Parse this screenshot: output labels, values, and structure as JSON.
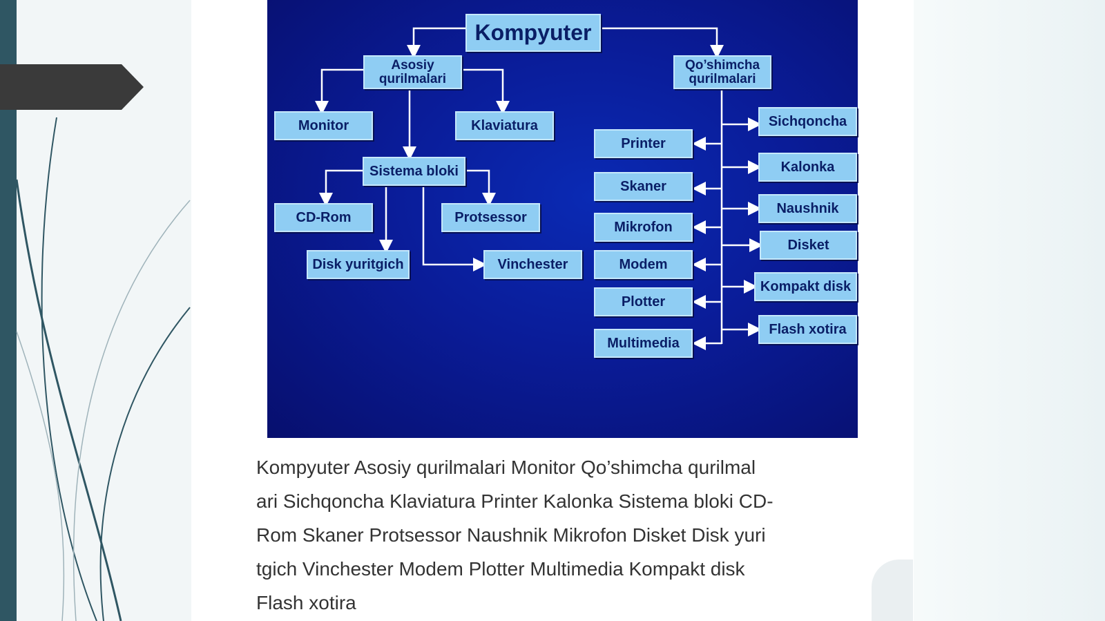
{
  "diagram": {
    "root": "Kompyuter",
    "main_group": "Asosiy\nqurilmalari",
    "extra_group": "Qo’shimcha\nqurilmalari",
    "monitor": "Monitor",
    "klaviatura": "Klaviatura",
    "sistema_bloki": "Sistema bloki",
    "cd_rom": "CD-Rom",
    "protsessor": "Protsessor",
    "disk_yuritgich": "Disk yuritgich",
    "vinchester": "Vinchester",
    "printer": "Printer",
    "skaner": "Skaner",
    "mikrofon": "Mikrofon",
    "modem": "Modem",
    "plotter": "Plotter",
    "multimedia": "Multimedia",
    "sichqoncha": "Sichqoncha",
    "kalonka": "Kalonka",
    "naushnik": "Naushnik",
    "disket": "Disket",
    "kompakt_disk": "Kompakt disk",
    "flash_xotira": "Flash xotira"
  },
  "caption": "Kompyuter Asosiy qurilmalari Monitor Qo’shimcha qurilmal\nari Sichqoncha Klaviatura Printer Kalonka Sistema bloki CD-\nRom Skaner Protsessor Naushnik Mikrofon Disket Disk yuri\ntgich Vinchester Modem Plotter Multimedia Kompakt disk\nFlash xotira",
  "colors": {
    "diagram_bg": "#0a1c98",
    "node_fill": "#8fcdf3",
    "node_text": "#0a1e66",
    "connector": "#ffffff",
    "left_bar": "#2f5663"
  }
}
